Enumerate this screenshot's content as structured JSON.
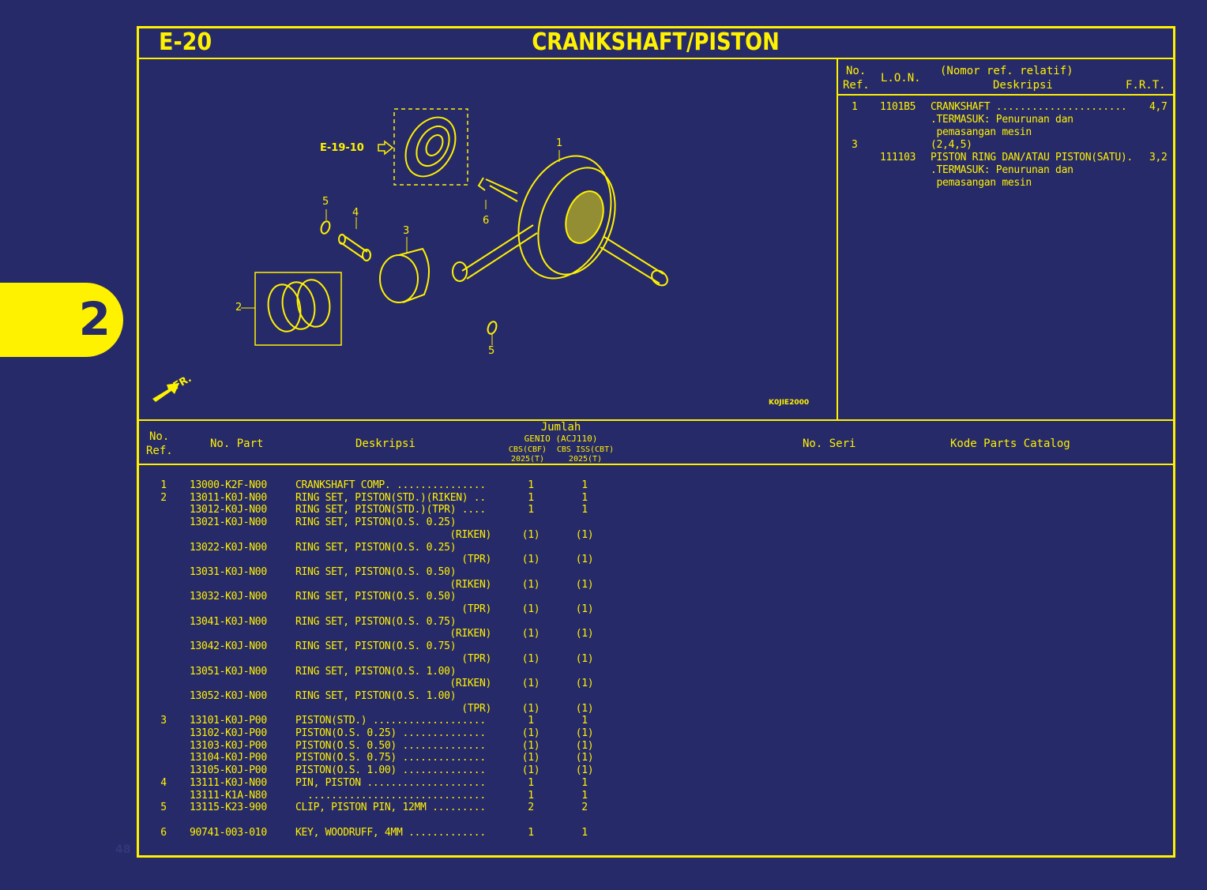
{
  "section_tab": "2",
  "page_number": "48",
  "header": {
    "section_id": "E-20",
    "title": "CRANKSHAFT/PISTON"
  },
  "colors": {
    "background": "#272a68",
    "accent": "#fff200"
  },
  "diagram": {
    "ref_link": "E-19-10",
    "front_label": "FR.",
    "drawing_code": "K0JIE2000",
    "callouts": [
      "1",
      "2",
      "3",
      "4",
      "5",
      "5",
      "6"
    ]
  },
  "ref_info": {
    "headers": {
      "no": "No.",
      "ref": "Ref.",
      "lon": "L.O.N.",
      "relative": "(Nomor ref. relatif)",
      "desc": "Deskripsi",
      "frt": "F.R.T."
    },
    "rows": [
      {
        "ref": "1",
        "lon": "1101B5",
        "lines": [
          "CRANKSHAFT ......................",
          ".TERMASUK: Penurunan dan",
          " pemasangan mesin"
        ],
        "frt": "4,7"
      },
      {
        "ref": "3",
        "lon": "",
        "lines": [
          "(2,4,5)"
        ],
        "frt": ""
      },
      {
        "ref": "",
        "lon": "111103",
        "lines": [
          "PISTON RING DAN/ATAU PISTON(SATU).",
          ".TERMASUK: Penurunan dan",
          " pemasangan mesin"
        ],
        "frt": "3,2"
      }
    ]
  },
  "parts_table": {
    "headers": {
      "no": "No.",
      "ref": "Ref.",
      "part_no": "No. Part",
      "desc": "Deskripsi",
      "qty": "Jumlah",
      "model": "GENIO (ACJ110)",
      "variant1": "CBS(CBF)",
      "variant1_year": "2025(T)",
      "variant2": "CBS ISS(CBT)",
      "variant2_year": "2025(T)",
      "serial": "No. Seri",
      "catalog_code": "Kode Parts Catalog"
    },
    "rows": [
      {
        "ref": "1",
        "part": "13000-K2F-N00",
        "desc": "CRANKSHAFT COMP. ...............",
        "q1": "1",
        "q2": "1"
      },
      {
        "ref": "2",
        "part": "13011-K0J-N00",
        "desc": "RING SET, PISTON(STD.)(RIKEN) ..",
        "q1": "1",
        "q2": "1"
      },
      {
        "ref": "",
        "part": "13012-K0J-N00",
        "desc": "RING SET, PISTON(STD.)(TPR) ....",
        "q1": "1",
        "q2": "1"
      },
      {
        "ref": "",
        "part": "13021-K0J-N00",
        "desc": "RING SET, PISTON(O.S. 0.25)",
        "q1": "",
        "q2": ""
      },
      {
        "ref": "",
        "part": "",
        "descr": "(RIKEN)",
        "q1": "(1)",
        "q2": "(1)"
      },
      {
        "ref": "",
        "part": "13022-K0J-N00",
        "desc": "RING SET, PISTON(O.S. 0.25)",
        "q1": "",
        "q2": ""
      },
      {
        "ref": "",
        "part": "",
        "descr": "(TPR)",
        "q1": "(1)",
        "q2": "(1)"
      },
      {
        "ref": "",
        "part": "13031-K0J-N00",
        "desc": "RING SET, PISTON(O.S. 0.50)",
        "q1": "",
        "q2": ""
      },
      {
        "ref": "",
        "part": "",
        "descr": "(RIKEN)",
        "q1": "(1)",
        "q2": "(1)"
      },
      {
        "ref": "",
        "part": "13032-K0J-N00",
        "desc": "RING SET, PISTON(O.S. 0.50)",
        "q1": "",
        "q2": ""
      },
      {
        "ref": "",
        "part": "",
        "descr": "(TPR)",
        "q1": "(1)",
        "q2": "(1)"
      },
      {
        "ref": "",
        "part": "13041-K0J-N00",
        "desc": "RING SET, PISTON(O.S. 0.75)",
        "q1": "",
        "q2": ""
      },
      {
        "ref": "",
        "part": "",
        "descr": "(RIKEN)",
        "q1": "(1)",
        "q2": "(1)"
      },
      {
        "ref": "",
        "part": "13042-K0J-N00",
        "desc": "RING SET, PISTON(O.S. 0.75)",
        "q1": "",
        "q2": ""
      },
      {
        "ref": "",
        "part": "",
        "descr": "(TPR)",
        "q1": "(1)",
        "q2": "(1)"
      },
      {
        "ref": "",
        "part": "13051-K0J-N00",
        "desc": "RING SET, PISTON(O.S. 1.00)",
        "q1": "",
        "q2": ""
      },
      {
        "ref": "",
        "part": "",
        "descr": "(RIKEN)",
        "q1": "(1)",
        "q2": "(1)"
      },
      {
        "ref": "",
        "part": "13052-K0J-N00",
        "desc": "RING SET, PISTON(O.S. 1.00)",
        "q1": "",
        "q2": ""
      },
      {
        "ref": "",
        "part": "",
        "descr": "(TPR)",
        "q1": "(1)",
        "q2": "(1)"
      },
      {
        "ref": "3",
        "part": "13101-K0J-P00",
        "desc": "PISTON(STD.) ...................",
        "q1": "1",
        "q2": "1"
      },
      {
        "ref": "",
        "part": "13102-K0J-P00",
        "desc": "PISTON(O.S. 0.25) ..............",
        "q1": "(1)",
        "q2": "(1)"
      },
      {
        "ref": "",
        "part": "13103-K0J-P00",
        "desc": "PISTON(O.S. 0.50) ..............",
        "q1": "(1)",
        "q2": "(1)"
      },
      {
        "ref": "",
        "part": "13104-K0J-P00",
        "desc": "PISTON(O.S. 0.75) ..............",
        "q1": "(1)",
        "q2": "(1)"
      },
      {
        "ref": "",
        "part": "13105-K0J-P00",
        "desc": "PISTON(O.S. 1.00) ..............",
        "q1": "(1)",
        "q2": "(1)"
      },
      {
        "ref": "4",
        "part": "13111-K0J-N00",
        "desc": "PIN, PISTON ....................",
        "q1": "1",
        "q2": "1"
      },
      {
        "ref": "",
        "part": "13111-K1A-N80",
        "desc": "  ..............................",
        "q1": "1",
        "q2": "1"
      },
      {
        "ref": "5",
        "part": "13115-K23-900",
        "desc": "CLIP, PISTON PIN, 12MM .........",
        "q1": "2",
        "q2": "2"
      },
      {
        "gap": true
      },
      {
        "ref": "6",
        "part": "90741-003-010",
        "desc": "KEY, WOODRUFF, 4MM .............",
        "q1": "1",
        "q2": "1"
      }
    ]
  }
}
